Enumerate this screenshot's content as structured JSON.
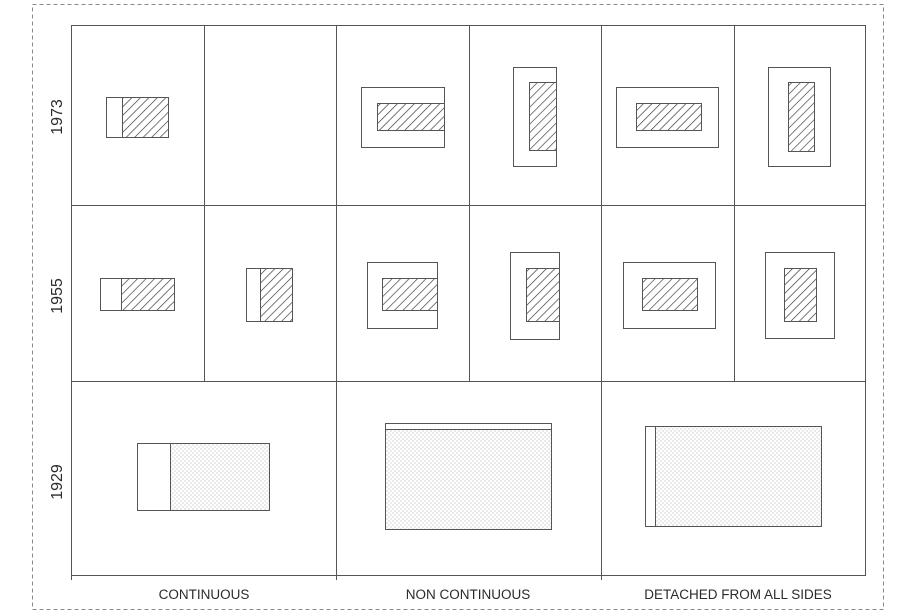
{
  "row_labels": [
    "1973",
    "1955",
    "1929"
  ],
  "column_labels": [
    "CONTINUOUS",
    "NON CONTINUOUS",
    "DETACHED FROM ALL SIDES"
  ],
  "colors": {
    "line": "#555555",
    "frame": "#8a8a8a",
    "hatch": "#333333",
    "dots": "#9a9a9a"
  }
}
